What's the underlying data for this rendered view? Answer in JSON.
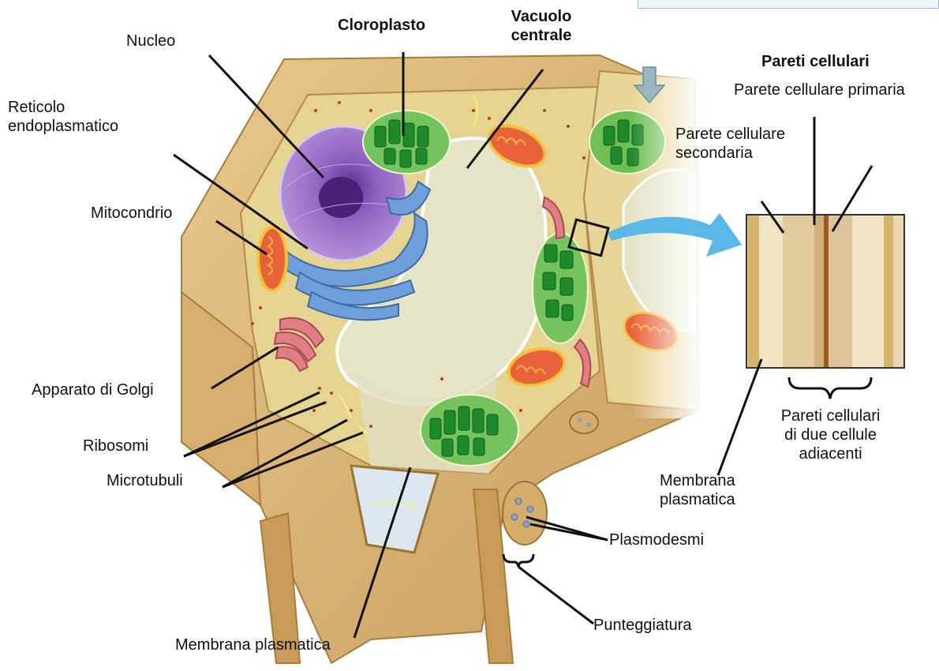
{
  "labels": {
    "nucleo": "Nucleo",
    "cloroplasto": "Cloroplasto",
    "vacuolo_1": "Vacuolo",
    "vacuolo_2": "centrale",
    "pareti_cellulari": "Pareti cellulari",
    "parete_primaria": "Parete cellulare primaria",
    "parete_secondaria_1": "Parete cellulare",
    "parete_secondaria_2": "secondaria",
    "reticolo_1": "Reticolo",
    "reticolo_2": "endoplasmatico",
    "mitocondrio": "Mitocondrio",
    "golgi": "Apparato di Golgi",
    "ribosomi": "Ribosomi",
    "microtubuli": "Microtubuli",
    "membrana_bottom": "Membrana plasmatica",
    "membrana_right_1": "Membrana",
    "membrana_right_2": "plasmatica",
    "plasmodesmi": "Plasmodesmi",
    "punteggiatura": "Punteggiatura",
    "pareti_due_1": "Pareti cellulari",
    "pareti_due_2": "di due cellule",
    "pareti_due_3": "adiacenti"
  },
  "colors": {
    "cell_wall": "#d9b879",
    "cytoplasm": "#e8d79a",
    "vacuole": "#e3e2c4",
    "nucleus": "#9a6fc2",
    "er": "#5f8fcf",
    "chloroplast": "#36a33a",
    "mitochondrion": "#e8623a",
    "golgi": "#d96b72",
    "arrow": "#5ab8e8"
  }
}
